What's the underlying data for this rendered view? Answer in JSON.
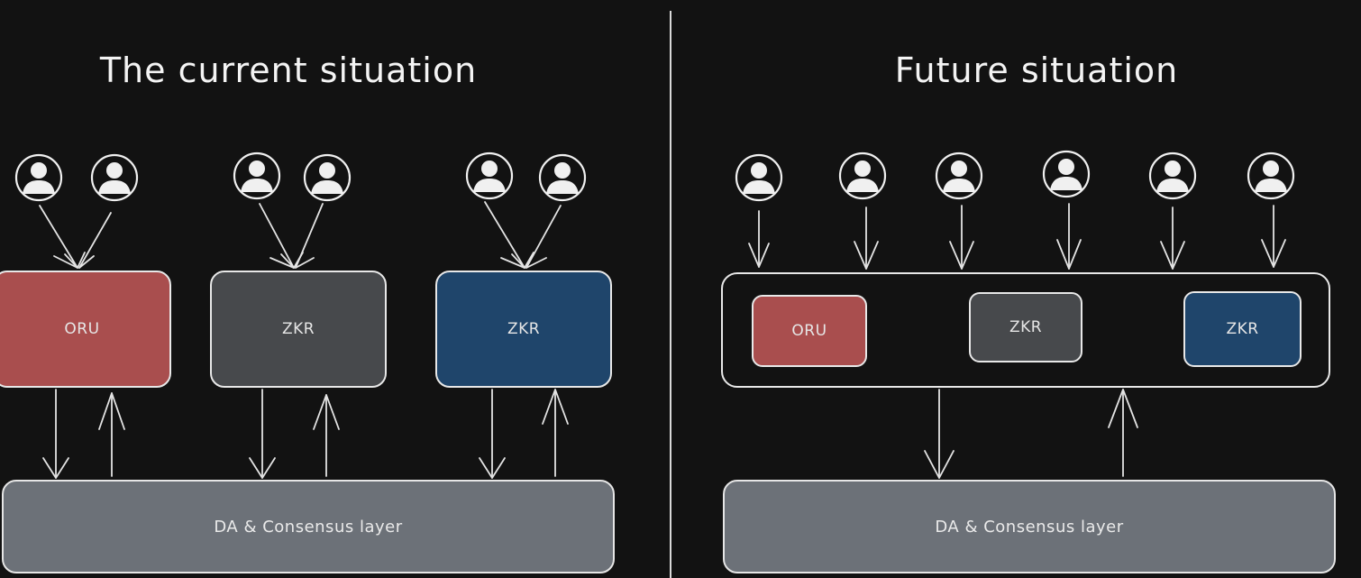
{
  "left_panel": {
    "title": "The current situation",
    "rollups": [
      {
        "label": "ORU",
        "color": "#a94e4e"
      },
      {
        "label": "ZKR",
        "color": "#47494c"
      },
      {
        "label": "ZKR",
        "color": "#1f456b"
      }
    ],
    "base_layer": {
      "label": "DA & Consensus layer",
      "color": "#6c7178"
    }
  },
  "right_panel": {
    "title": "Future situation",
    "rollups": [
      {
        "label": "ORU",
        "color": "#a94e4e"
      },
      {
        "label": "ZKR",
        "color": "#47494c"
      },
      {
        "label": "ZKR",
        "color": "#1f456b"
      }
    ],
    "base_layer": {
      "label": "DA & Consensus layer",
      "color": "#6c7178"
    }
  },
  "colors": {
    "background": "#121212",
    "stroke": "#e8e8e8"
  },
  "icons": {
    "user": "user-avatar-icon"
  }
}
